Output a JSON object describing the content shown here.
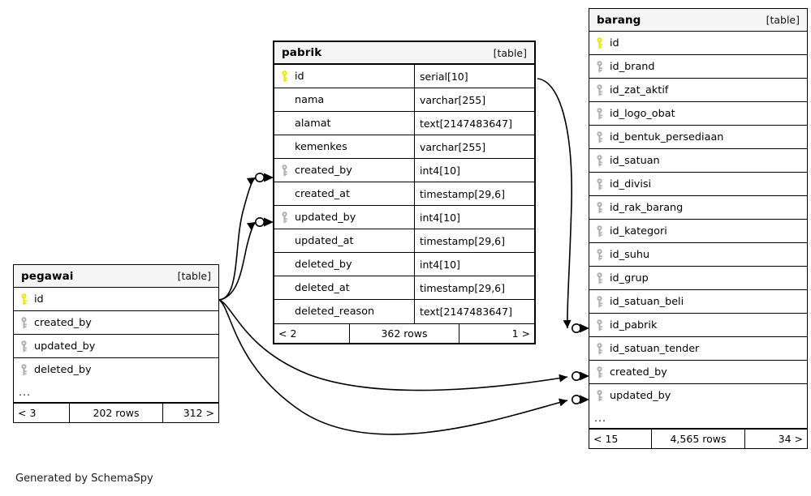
{
  "diagram": {
    "caption": "Generated by SchemaSpy",
    "table_kind_label": "[table]",
    "ellipsis": "...",
    "colors": {
      "primary_key": "#e8e800",
      "foreign_key": "#b0b0b0",
      "header_bg": "#f5f5f5",
      "border": "#000000",
      "background": "#ffffff"
    }
  },
  "tables": {
    "pabrik": {
      "name": "pabrik",
      "kind": "[table]",
      "columns": [
        {
          "name": "id",
          "type": "serial[10]",
          "key": "primary"
        },
        {
          "name": "nama",
          "type": "varchar[255]",
          "key": "none"
        },
        {
          "name": "alamat",
          "type": "text[2147483647]",
          "key": "none"
        },
        {
          "name": "kemenkes",
          "type": "varchar[255]",
          "key": "none"
        },
        {
          "name": "created_by",
          "type": "int4[10]",
          "key": "foreign"
        },
        {
          "name": "created_at",
          "type": "timestamp[29,6]",
          "key": "none"
        },
        {
          "name": "updated_by",
          "type": "int4[10]",
          "key": "foreign"
        },
        {
          "name": "updated_at",
          "type": "timestamp[29,6]",
          "key": "none"
        },
        {
          "name": "deleted_by",
          "type": "int4[10]",
          "key": "none"
        },
        {
          "name": "deleted_at",
          "type": "timestamp[29,6]",
          "key": "none"
        },
        {
          "name": "deleted_reason",
          "type": "text[2147483647]",
          "key": "none"
        }
      ],
      "has_ellipsis_row": false,
      "footer": {
        "left": "< 2",
        "middle": "362 rows",
        "right": "1 >"
      }
    },
    "barang": {
      "name": "barang",
      "kind": "[table]",
      "columns": [
        {
          "name": "id",
          "key": "primary"
        },
        {
          "name": "id_brand",
          "key": "foreign"
        },
        {
          "name": "id_zat_aktif",
          "key": "foreign"
        },
        {
          "name": "id_logo_obat",
          "key": "foreign"
        },
        {
          "name": "id_bentuk_persediaan",
          "key": "foreign"
        },
        {
          "name": "id_satuan",
          "key": "foreign"
        },
        {
          "name": "id_divisi",
          "key": "foreign"
        },
        {
          "name": "id_rak_barang",
          "key": "foreign"
        },
        {
          "name": "id_kategori",
          "key": "foreign"
        },
        {
          "name": "id_suhu",
          "key": "foreign"
        },
        {
          "name": "id_grup",
          "key": "foreign"
        },
        {
          "name": "id_satuan_beli",
          "key": "foreign"
        },
        {
          "name": "id_pabrik",
          "key": "foreign"
        },
        {
          "name": "id_satuan_tender",
          "key": "foreign"
        },
        {
          "name": "created_by",
          "key": "foreign"
        },
        {
          "name": "updated_by",
          "key": "foreign"
        }
      ],
      "has_ellipsis_row": true,
      "footer": {
        "left": "< 15",
        "middle": "4,565 rows",
        "right": "34 >"
      }
    },
    "pegawai": {
      "name": "pegawai",
      "kind": "[table]",
      "columns": [
        {
          "name": "id",
          "key": "primary"
        },
        {
          "name": "created_by",
          "key": "foreign"
        },
        {
          "name": "updated_by",
          "key": "foreign"
        },
        {
          "name": "deleted_by",
          "key": "foreign"
        }
      ],
      "has_ellipsis_row": true,
      "footer": {
        "left": "< 3",
        "middle": "202 rows",
        "right": "312 >"
      }
    }
  },
  "relationships": [
    {
      "from_table": "pegawai",
      "from_column": "id",
      "to_table": "pabrik",
      "to_column": "created_by"
    },
    {
      "from_table": "pegawai",
      "from_column": "id",
      "to_table": "pabrik",
      "to_column": "updated_by"
    },
    {
      "from_table": "pegawai",
      "from_column": "id",
      "to_table": "barang",
      "to_column": "created_by"
    },
    {
      "from_table": "pegawai",
      "from_column": "id",
      "to_table": "barang",
      "to_column": "updated_by"
    },
    {
      "from_table": "pabrik",
      "from_column": "id",
      "to_table": "barang",
      "to_column": "id_pabrik"
    }
  ]
}
